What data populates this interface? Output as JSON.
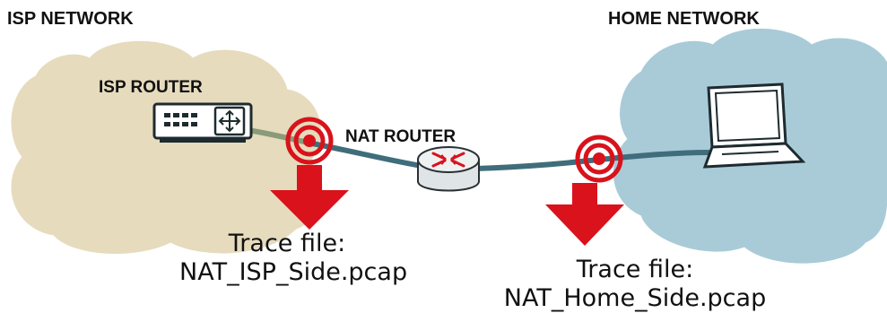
{
  "labels": {
    "isp_network": "ISP NETWORK",
    "home_network": "HOME NETWORK",
    "isp_router": "ISP ROUTER",
    "nat_router": "NAT ROUTER"
  },
  "captures": {
    "isp_side": {
      "line1": "Trace file:",
      "line2": "NAT_ISP_Side.pcap"
    },
    "home_side": {
      "line1": "Trace file:",
      "line2": "NAT_Home_Side.pcap"
    }
  },
  "colors": {
    "isp_cloud": "#e6dbbd",
    "home_cloud": "#a9cbd8",
    "link": "#3f6d7b",
    "isp_link": "#8a9a7a",
    "tap_red": "#d9121b",
    "device_outline": "#1d2b30"
  },
  "icons": [
    "isp-router-icon",
    "nat-router-icon",
    "laptop-icon",
    "capture-point-icon",
    "download-arrow-icon"
  ]
}
